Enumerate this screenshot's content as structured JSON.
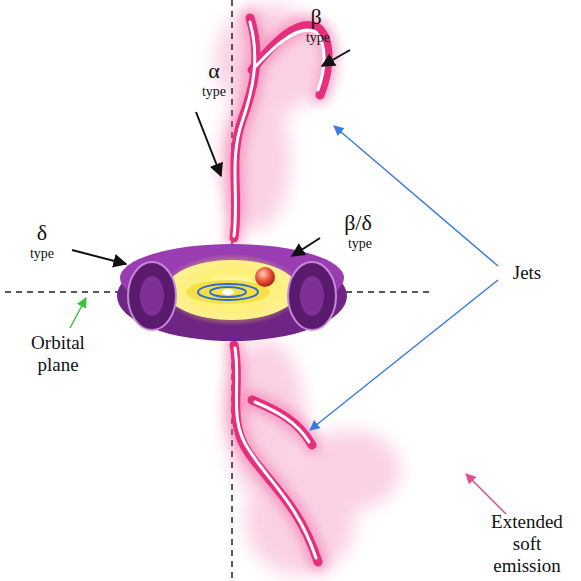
{
  "diagram": {
    "labels": [
      "α",
      "type",
      "β",
      "type",
      "δ",
      "type",
      "β/δ",
      "type",
      "Jets",
      "Orbital plane",
      "Extended soft emission"
    ]
  }
}
